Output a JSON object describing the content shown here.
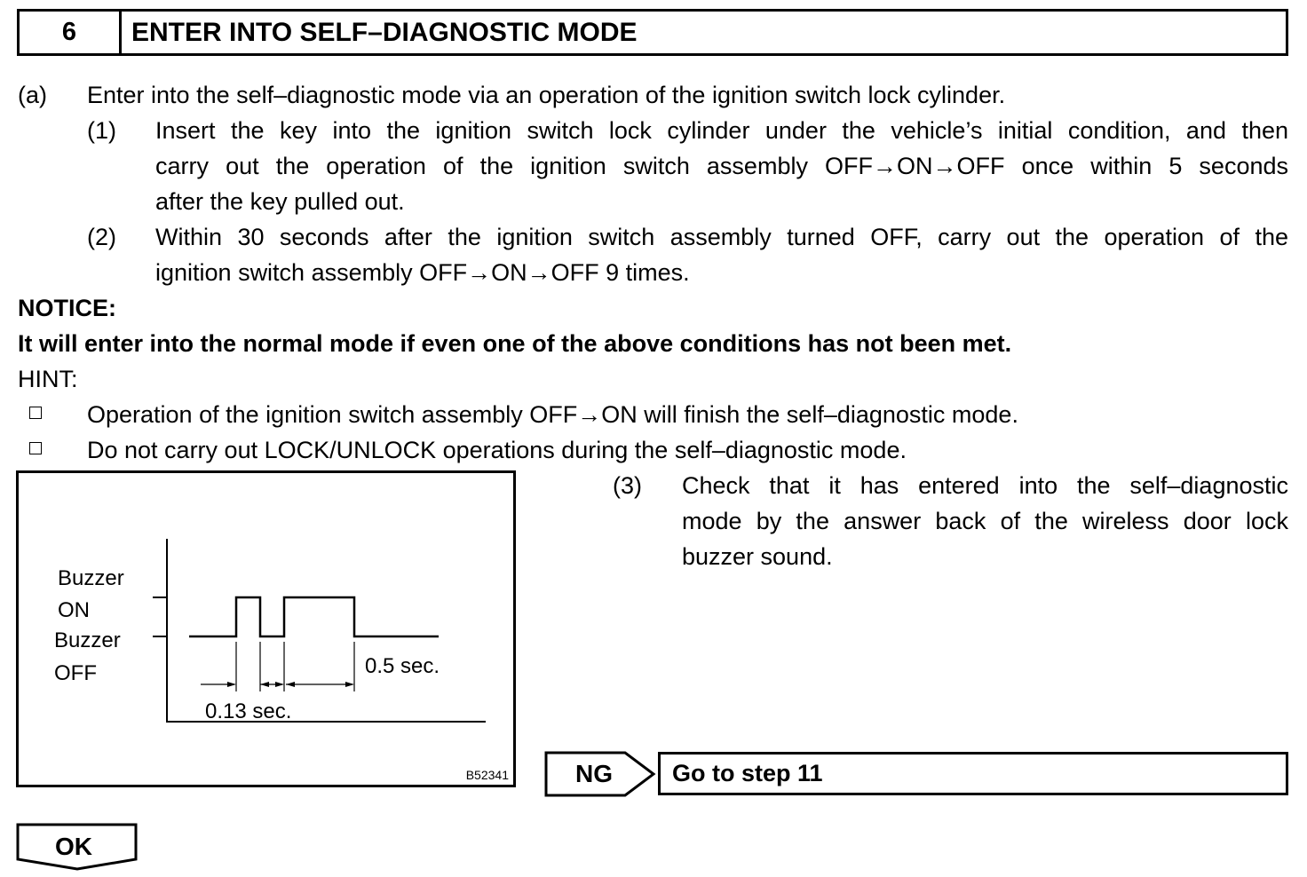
{
  "step": {
    "number": "6",
    "title": "ENTER INTO SELF–DIAGNOSTIC MODE"
  },
  "item_a": {
    "marker": "(a)",
    "text": "Enter into the self–diagnostic mode via an operation of the ignition switch lock cylinder."
  },
  "substeps": [
    {
      "marker": "(1)",
      "lines": [
        "Insert the key into the ignition switch lock cylinder under the vehicle’s initial condition, and then",
        "carry out the operation of the ignition switch assembly OFF→ON→OFF once within 5 seconds",
        "after the key pulled out."
      ]
    },
    {
      "marker": "(2)",
      "lines": [
        "Within 30 seconds after the ignition switch assembly turned OFF, carry out the operation of the",
        "ignition switch assembly OFF→ON→OFF 9 times."
      ]
    }
  ],
  "notice": {
    "label": "NOTICE:",
    "text": "It will enter into the normal mode if even one of the above conditions has not been met."
  },
  "hint": {
    "label": "HINT:",
    "items": [
      "Operation of the ignition switch assembly OFF→ON will finish the self–diagnostic mode.",
      "Do not carry out LOCK/UNLOCK operations during the self–diagnostic mode."
    ]
  },
  "substep_3": {
    "marker": "(3)",
    "lines": [
      "Check that it has entered into the self–diagnostic",
      "mode by the answer back of the wireless door lock",
      "buzzer sound."
    ]
  },
  "figure": {
    "label_buzzer_on_1": "Buzzer",
    "label_buzzer_on_2": "ON",
    "label_buzzer_off_1": "Buzzer",
    "label_buzzer_off_2": "OFF",
    "label_short": "0.13 sec.",
    "label_long": "0.5 sec.",
    "figure_code": "B52341"
  },
  "flow": {
    "ng_label": "NG",
    "ng_target": "Go to step 11",
    "ok_label": "OK"
  }
}
